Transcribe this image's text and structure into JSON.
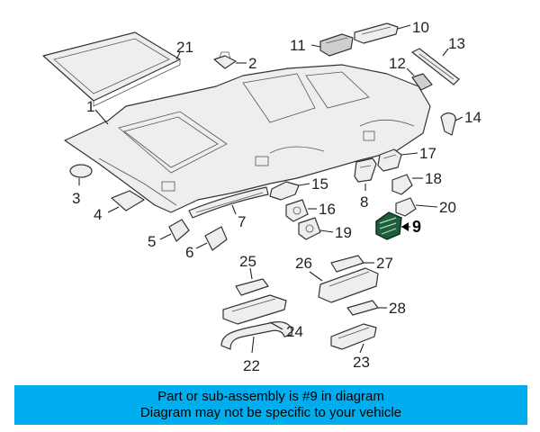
{
  "callouts": {
    "c1": "1",
    "c2": "2",
    "c3": "3",
    "c4": "4",
    "c5": "5",
    "c6": "6",
    "c7": "7",
    "c8": "8",
    "c9": "9",
    "c10": "10",
    "c11": "11",
    "c12": "12",
    "c13": "13",
    "c14": "14",
    "c15": "15",
    "c16": "16",
    "c17": "17",
    "c18": "18",
    "c19": "19",
    "c20": "20",
    "c21": "21",
    "c22": "22",
    "c23": "23",
    "c24": "24",
    "c25": "25",
    "c26": "26",
    "c27": "27",
    "c28": "28"
  },
  "highlight_part": "9",
  "banner": {
    "line1": "Part or sub-assembly is #9 in diagram",
    "line2": "Diagram may not be specific to your vehicle"
  },
  "colors": {
    "banner": "#00aeef",
    "highlight_part": "#1f5e3c"
  }
}
